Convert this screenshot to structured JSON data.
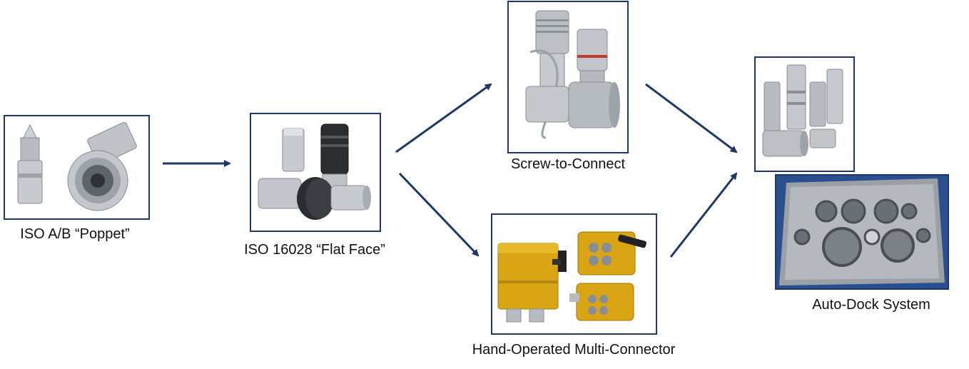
{
  "nodes": {
    "poppet": {
      "label": "ISO A/B “Poppet”"
    },
    "flat_face": {
      "label": "ISO 16028 “Flat Face”"
    },
    "screw": {
      "label": "Screw-to-Connect"
    },
    "multi": {
      "label": "Hand-Operated Multi-Connector"
    },
    "auto_dock": {
      "label": "Auto-Dock System"
    }
  },
  "colors": {
    "arrow": "#1f3864",
    "frame": "#1f3864",
    "steel": "#b8bcc2",
    "gold": "#d9a514",
    "black": "#222222",
    "blue_panel": "#2a4f8f"
  }
}
